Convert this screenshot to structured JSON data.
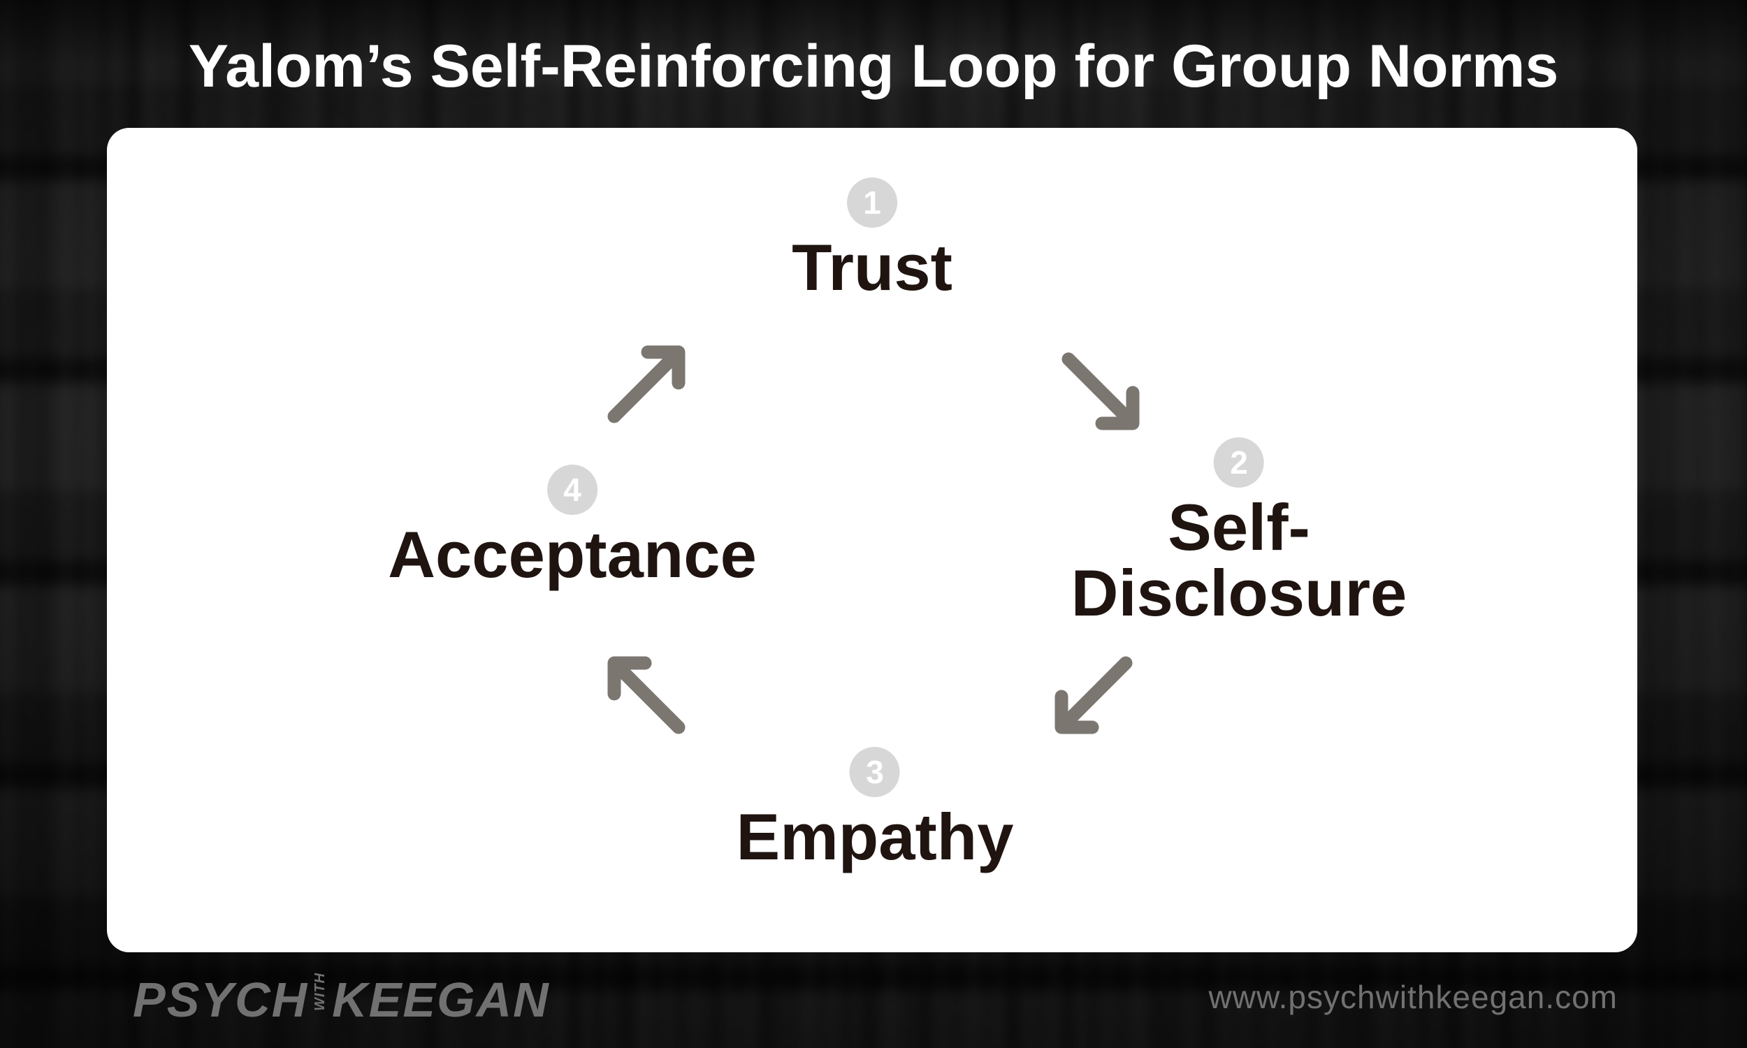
{
  "title": "Yalom’s Self-Reinforcing Loop for Group Norms",
  "diagram": {
    "nodes": [
      {
        "number": "1",
        "name": "trust",
        "lines": [
          "Trust"
        ]
      },
      {
        "number": "2",
        "name": "self-disclosure",
        "lines": [
          "Self-",
          "Disclosure"
        ]
      },
      {
        "number": "3",
        "name": "empathy",
        "lines": [
          "Empathy"
        ]
      },
      {
        "number": "4",
        "name": "acceptance",
        "lines": [
          "Acceptance"
        ]
      }
    ],
    "arrows": [
      {
        "name": "arrow-trust-to-self-disclosure",
        "direction": "down-right"
      },
      {
        "name": "arrow-self-disclosure-to-empathy",
        "direction": "down-left"
      },
      {
        "name": "arrow-empathy-to-acceptance",
        "direction": "up-left"
      },
      {
        "name": "arrow-acceptance-to-trust",
        "direction": "up-right"
      }
    ]
  },
  "footer": {
    "logo_psych": "PSYCH",
    "logo_with": "WITH",
    "logo_keegan": "KEEGAN",
    "website": "www.psychwithkeegan.com"
  },
  "colors": {
    "background": "#121212",
    "card": "#ffffff",
    "title_text": "#ffffff",
    "node_text": "#1f1410",
    "step_circle": "#d7d7d7",
    "step_number": "#ffffff",
    "arrow": "#7b7670",
    "footer_text": "#717171"
  }
}
